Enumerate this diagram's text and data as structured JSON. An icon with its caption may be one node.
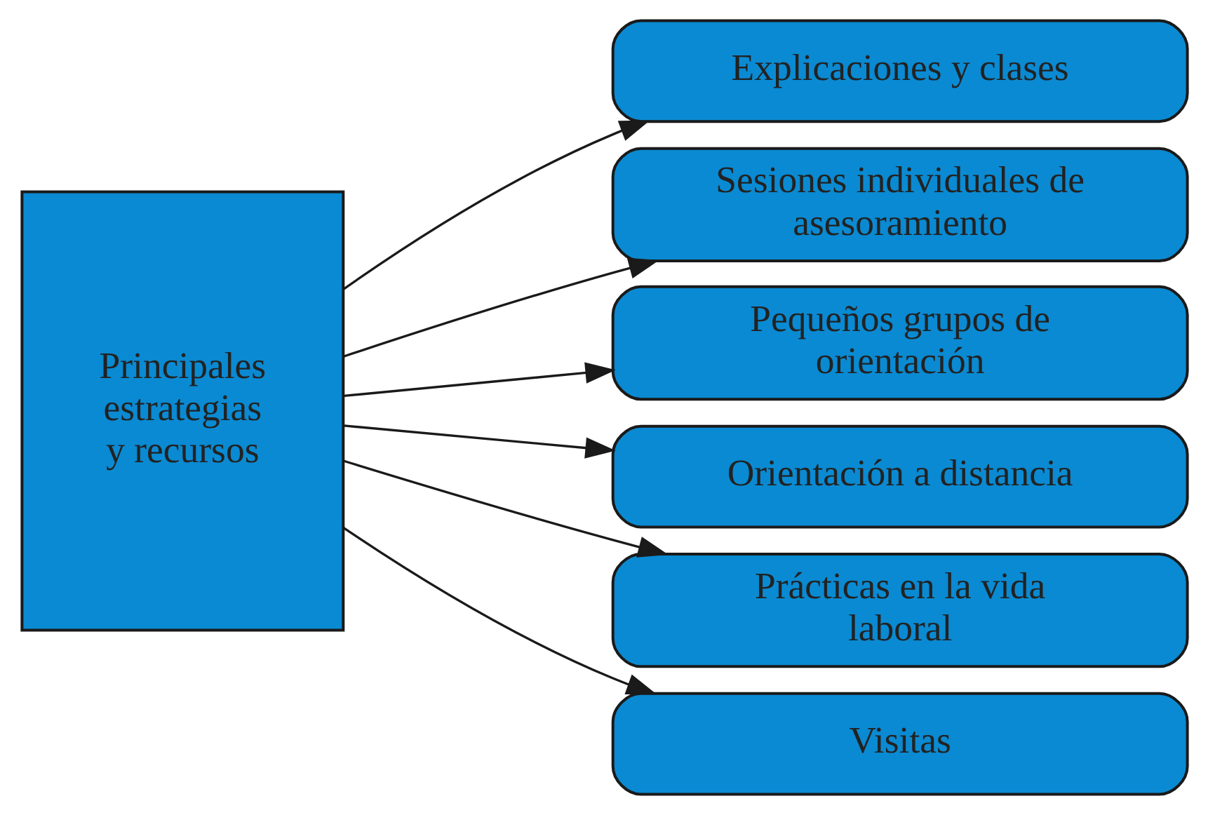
{
  "diagram": {
    "nodes": [
      {
        "text": [
          "Principales estrategias y recursos"
        ]
      },
      {
        "text": [
          "Explicaciones y clases"
        ]
      },
      {
        "text": [
          "Sesiones individuales de asesoramiento"
        ]
      },
      {
        "text": [
          "Pequeños grupos de orientación"
        ]
      },
      {
        "text": [
          "Orientación a distancia"
        ]
      },
      {
        "text": [
          "Prácticas en la vida laboral"
        ]
      },
      {
        "text": [
          "Visitas"
        ]
      }
    ],
    "edges": [
      {
        "from": 0,
        "to": 1,
        "arrow": "to"
      },
      {
        "from": 0,
        "to": 2,
        "arrow": "to"
      },
      {
        "from": 0,
        "to": 3,
        "arrow": "to"
      },
      {
        "from": 0,
        "to": 4,
        "arrow": "to"
      },
      {
        "from": 0,
        "to": 5,
        "arrow": "to"
      },
      {
        "from": 0,
        "to": 6,
        "arrow": "to"
      }
    ]
  }
}
